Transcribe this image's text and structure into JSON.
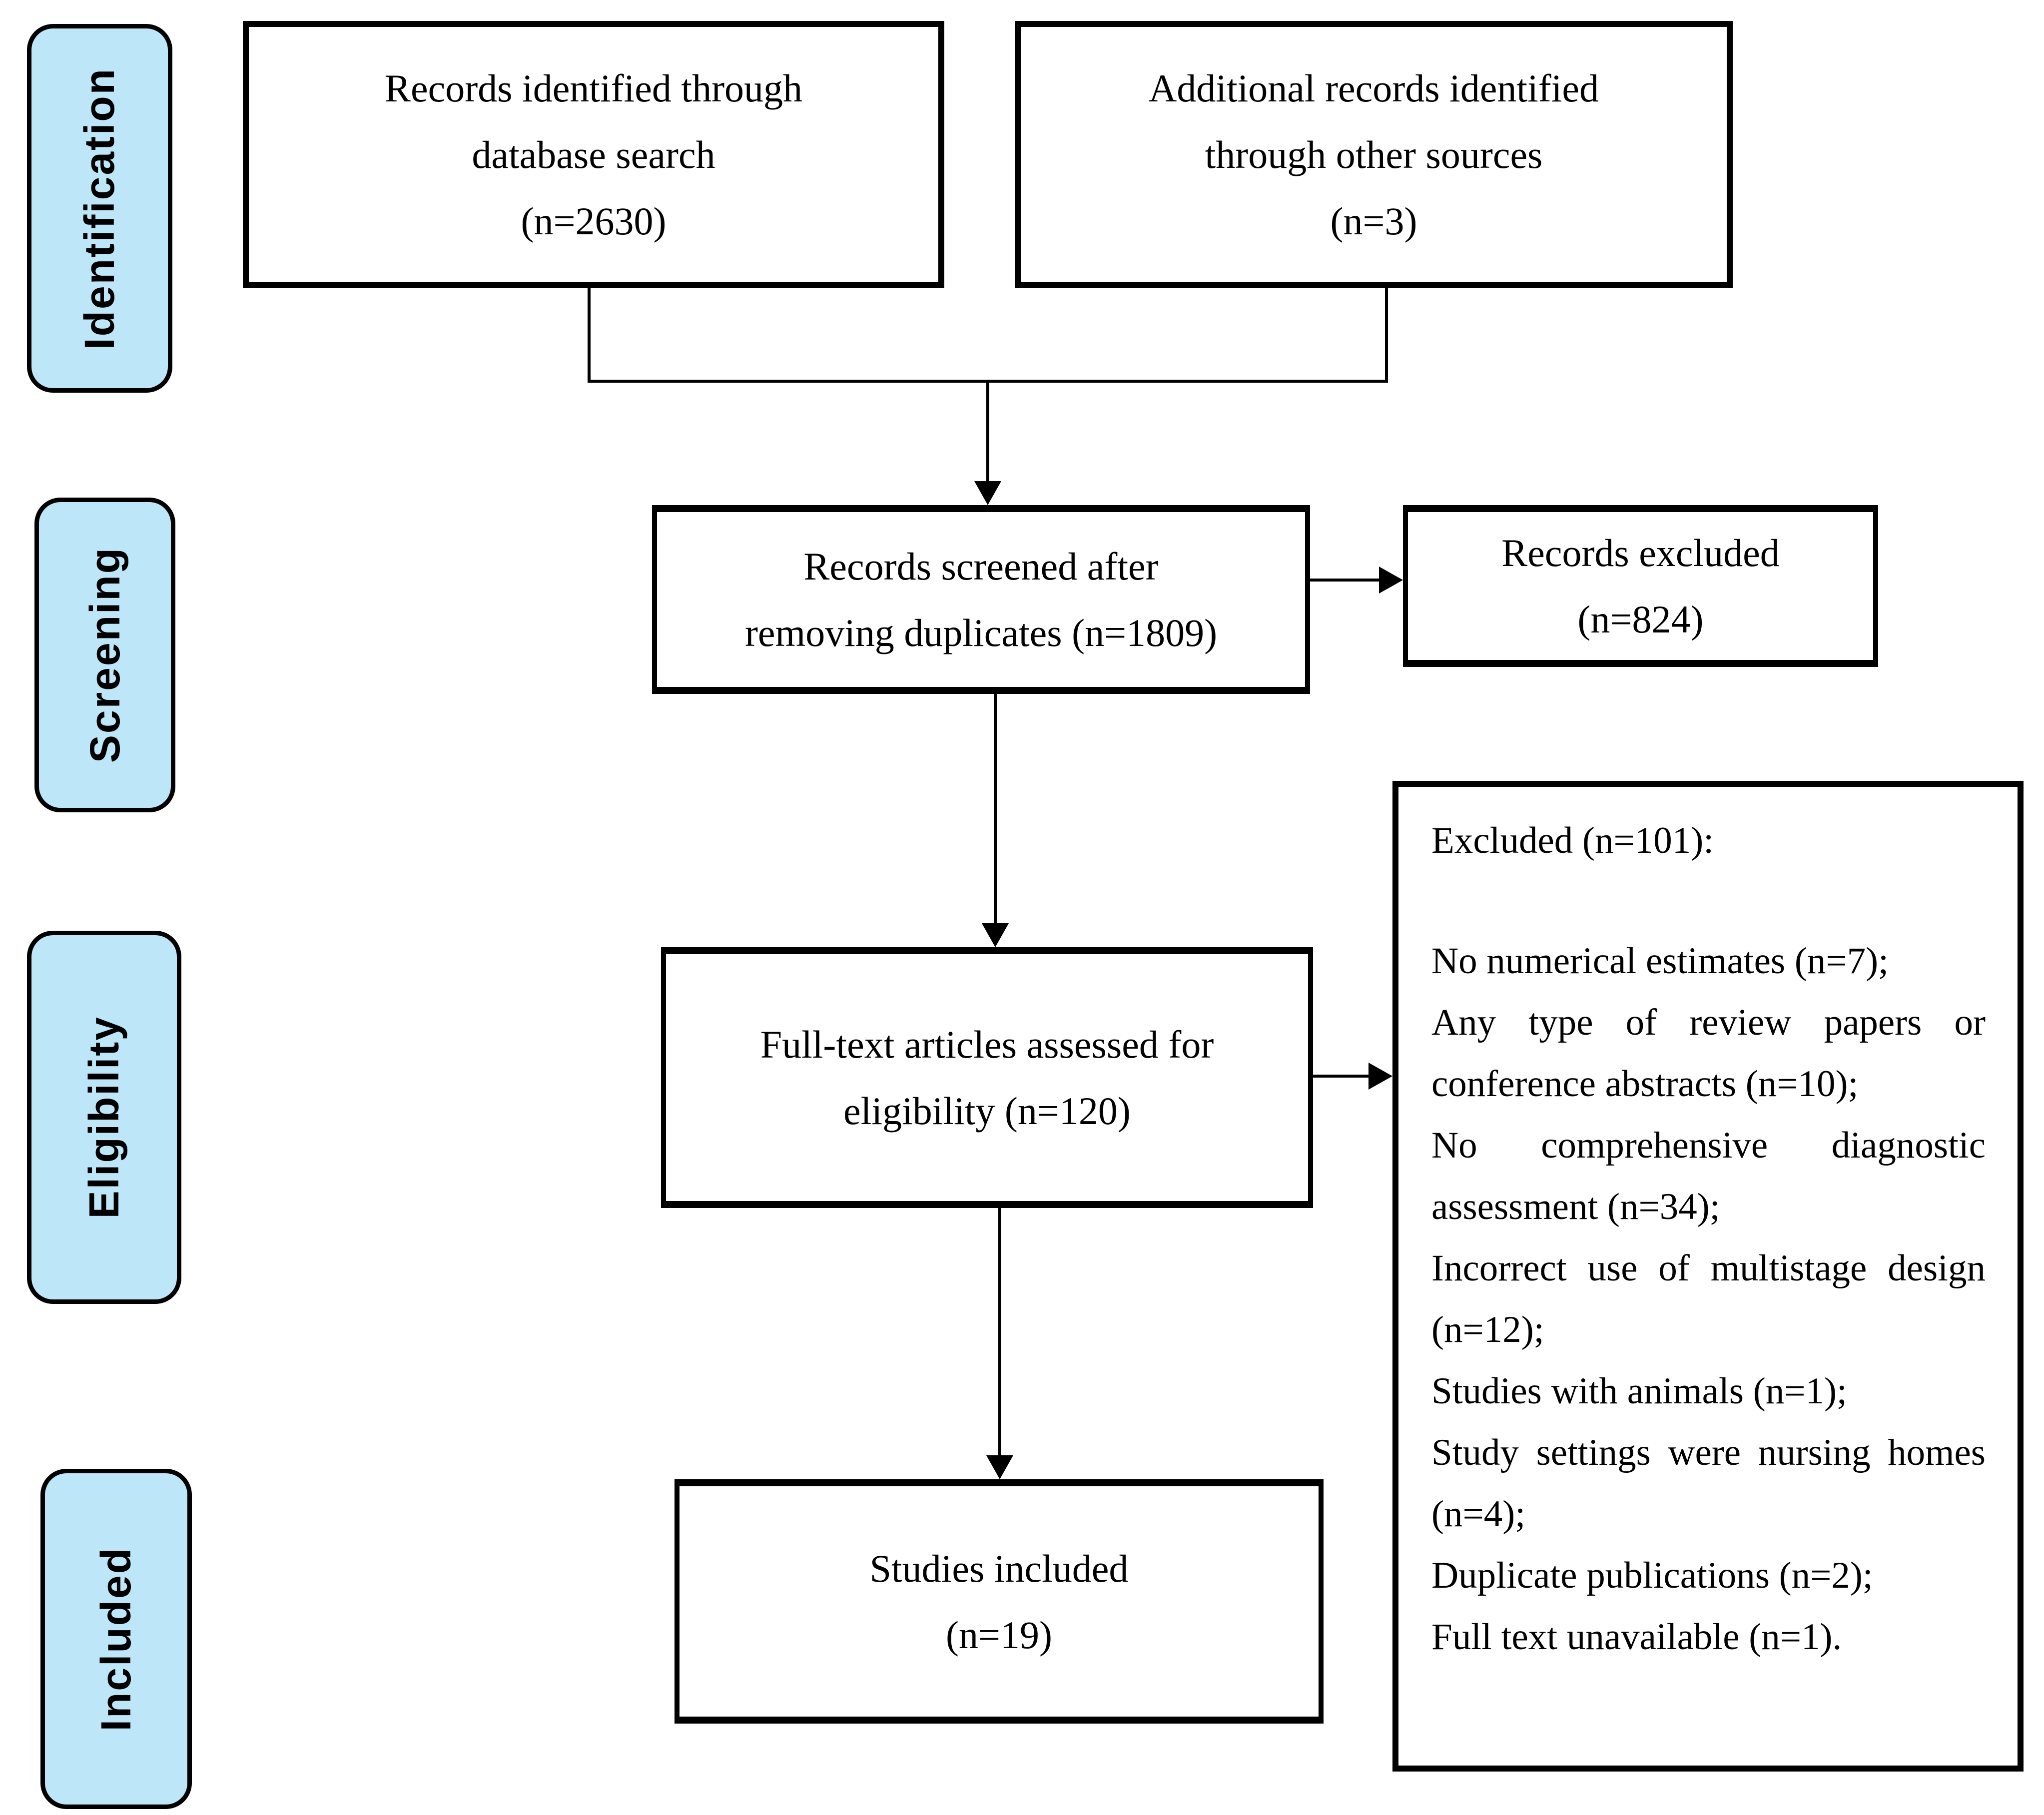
{
  "figure": {
    "type": "prisma-flow-diagram",
    "description": "Study selection flow chart"
  },
  "stage_labels": [
    "Identification",
    "Screening",
    "Eligibility",
    "Included"
  ],
  "boxes": {
    "identified": {
      "lines": [
        "Records identified through",
        "database search",
        "(n=2630)"
      ]
    },
    "additional": {
      "lines": [
        "Additional records identified",
        "through other sources",
        "(n=3)"
      ]
    },
    "screened": {
      "lines": [
        "Records screened after",
        "removing duplicates (n=1809)"
      ]
    },
    "records_excluded": {
      "lines": [
        "Records excluded",
        "(n=824)"
      ]
    },
    "fulltext": {
      "lines": [
        "Full-text articles assessed for",
        "eligibility (n=120)"
      ]
    },
    "included": {
      "lines": [
        "Studies included",
        "(n=19)"
      ]
    },
    "excluded_reasons": {
      "header": "Excluded (n=101):",
      "items": [
        "No numerical estimates (n=7);",
        "Any type of review papers or conference abstracts (n=10);",
        "No comprehensive diagnostic assessment (n=34);",
        "Incorrect use of multistage design (n=12);",
        "Studies with animals (n=1);",
        "Study settings were nursing homes (n=4);",
        "Duplicate publications (n=2);",
        "Full text unavailable (n=1)."
      ]
    }
  },
  "colors": {
    "stage_fill": "#BDE6F9",
    "border": "#000000",
    "background": "#FFFFFF"
  }
}
